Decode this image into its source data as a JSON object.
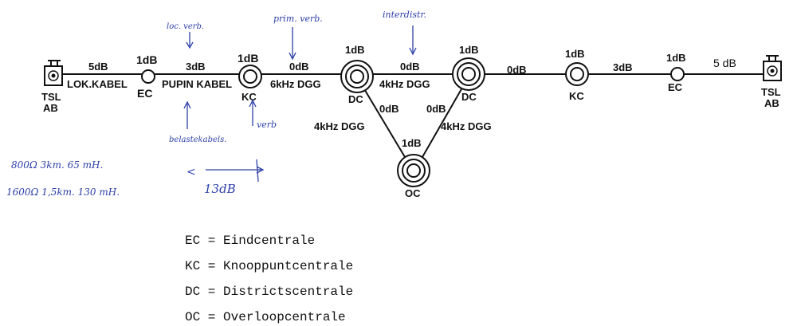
{
  "nodes": {
    "tsl_left": {
      "line1": "TSL",
      "line2": "AB"
    },
    "ec_left": {
      "level": "1dB",
      "label": "EC"
    },
    "kc_left": {
      "level": "1dB",
      "label": "KC"
    },
    "dc_left": {
      "level": "1dB",
      "label": "DC"
    },
    "dc_right": {
      "level": "1dB",
      "label": "DC"
    },
    "oc": {
      "level": "1dB",
      "label": "OC"
    },
    "kc_right": {
      "level": "1dB",
      "label": "KC"
    },
    "ec_right": {
      "level": "1dB",
      "label": "EC"
    },
    "tsl_right": {
      "line1": "TSL",
      "line2": "AB"
    }
  },
  "links": {
    "lok_kabel": {
      "loss": "5dB",
      "label": "LOK.KABEL"
    },
    "pupin_kabel": {
      "loss": "3dB",
      "label": "PUPIN KABEL"
    },
    "kc_dc": {
      "loss": "0dB",
      "label": "6kHz DGG"
    },
    "dc_dc": {
      "loss": "0dB",
      "label": "4kHz DGG"
    },
    "dc_oc_left": {
      "loss": "0dB",
      "label": "4kHz DGG"
    },
    "dc_oc_right": {
      "loss": "0dB",
      "label": "4kHz DGG"
    },
    "dc_kc": {
      "loss": "0dB"
    },
    "kc_ec": {
      "loss": "3dB"
    },
    "ec_tsl": {
      "loss": "5 dB"
    }
  },
  "annotations": {
    "loc_verb": "loc. verb.",
    "prim_verb": "prim. verb.",
    "interdistr": "interdistr.",
    "belastekabels": "belastekabels.",
    "verb": "verb",
    "spec1": "800Ω  3km. 65 mH.",
    "spec2": "1600Ω  1,5km. 130 mH.",
    "total": "13dB",
    "lt": "<"
  },
  "legend": [
    "EC = Eindcentrale",
    "KC = Knooppuntcentrale",
    "DC = Districtscentrale",
    "OC = Overloopcentrale"
  ],
  "colors": {
    "ink": "#111111",
    "pen": "#2c3fa8"
  }
}
